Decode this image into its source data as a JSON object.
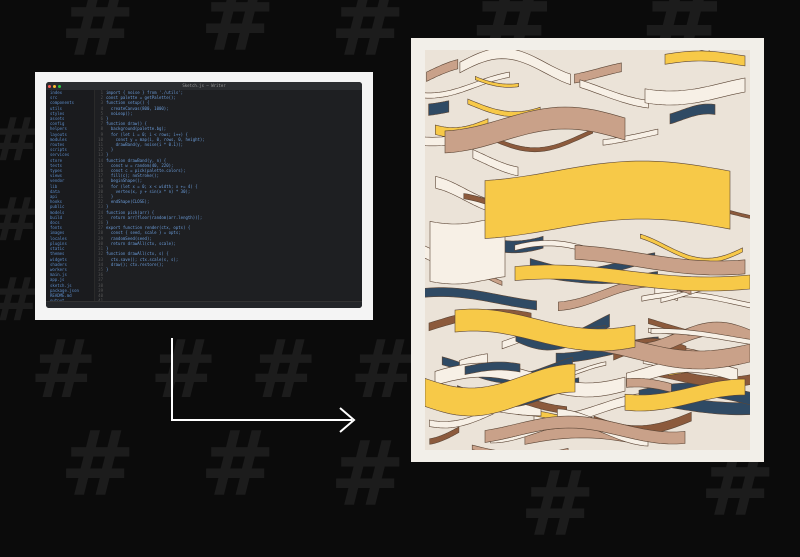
{
  "background": {
    "color": "#0b0b0b",
    "motif_glyph": "#",
    "motif_color": "#1c1c1c"
  },
  "editor": {
    "title": "Sketch.js — Writer",
    "traffic_lights": [
      "#ff5f57",
      "#febc2e",
      "#28c840"
    ],
    "sidebar_items": [
      "index",
      "src",
      "components",
      "utils",
      "styles",
      "assets",
      "config",
      "helpers",
      "layouts",
      "modules",
      "routes",
      "scripts",
      "services",
      "store",
      "tests",
      "types",
      "views",
      "vendor",
      "lib",
      "data",
      "api",
      "hooks",
      "public",
      "models",
      "build",
      "docs",
      "fonts",
      "images",
      "locales",
      "plugins",
      "static",
      "themes",
      "widgets",
      "shaders",
      "workers",
      "main.js",
      "app.js",
      "sketch.js",
      "package.json",
      "README.md",
      "output"
    ],
    "code_lines": [
      "import { noise } from './utils';",
      "const palette = getPalette();",
      "",
      "function setup() {",
      "  createCanvas(800, 1000);",
      "  noLoop();",
      "}",
      "",
      "function draw() {",
      "  background(palette.bg);",
      "  for (let i = 0; i < rows; i++) {",
      "    const y = map(i, 0, rows, 0, height);",
      "    drawBand(y, noise(i * 0.1));",
      "  }",
      "}",
      "",
      "function drawBand(y, n) {",
      "  const w = random(40, 220);",
      "  const c = pick(palette.colors);",
      "  fill(c); noStroke();",
      "  beginShape();",
      "  for (let x = 0; x < width; x += 4) {",
      "    vertex(x, y + sin(x * n) * 30);",
      "  }",
      "  endShape(CLOSE);",
      "}",
      "",
      "function pick(arr) {",
      "  return arr[floor(random(arr.length))];",
      "}",
      "",
      "export function render(ctx, opts) {",
      "  const { seed, scale } = opts;",
      "  randomSeed(seed);",
      "  return drawAll(ctx, scale);",
      "}",
      "",
      "function drawAll(ctx, s) {",
      "  ctx.save(); ctx.scale(s, s);",
      "  draw(); ctx.restore();",
      "}"
    ]
  },
  "poster": {
    "palette": {
      "background": "#ebe3d8",
      "yellow": "#f7c948",
      "tan": "#c9a189",
      "cream": "#f7f0e6",
      "navy": "#2f4a64",
      "rust": "#8c5a3c",
      "outline": "#5c4636"
    }
  },
  "arrow": {
    "color": "#ffffff"
  }
}
